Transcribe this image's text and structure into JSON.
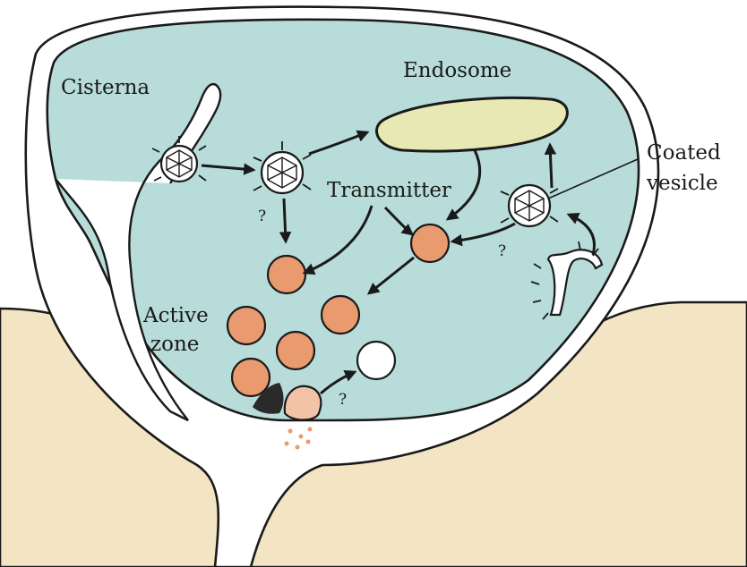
{
  "labels": {
    "cisterna": "Cisterna",
    "endosome": "Endosome",
    "transmitter": "Transmitter",
    "coated_line1": "Coated",
    "coated_line2": "vesicle",
    "active_line1": "Active",
    "active_line2": "zone",
    "question": "?"
  },
  "colors": {
    "cytoplasm": "#b7dcd9",
    "extracellular": "#f3e4c4",
    "endosome": "#e8e8b4",
    "vesicle_fill": "#e99a6e",
    "empty_vesicle": "#ffffff",
    "line": "#1a1a1a"
  }
}
